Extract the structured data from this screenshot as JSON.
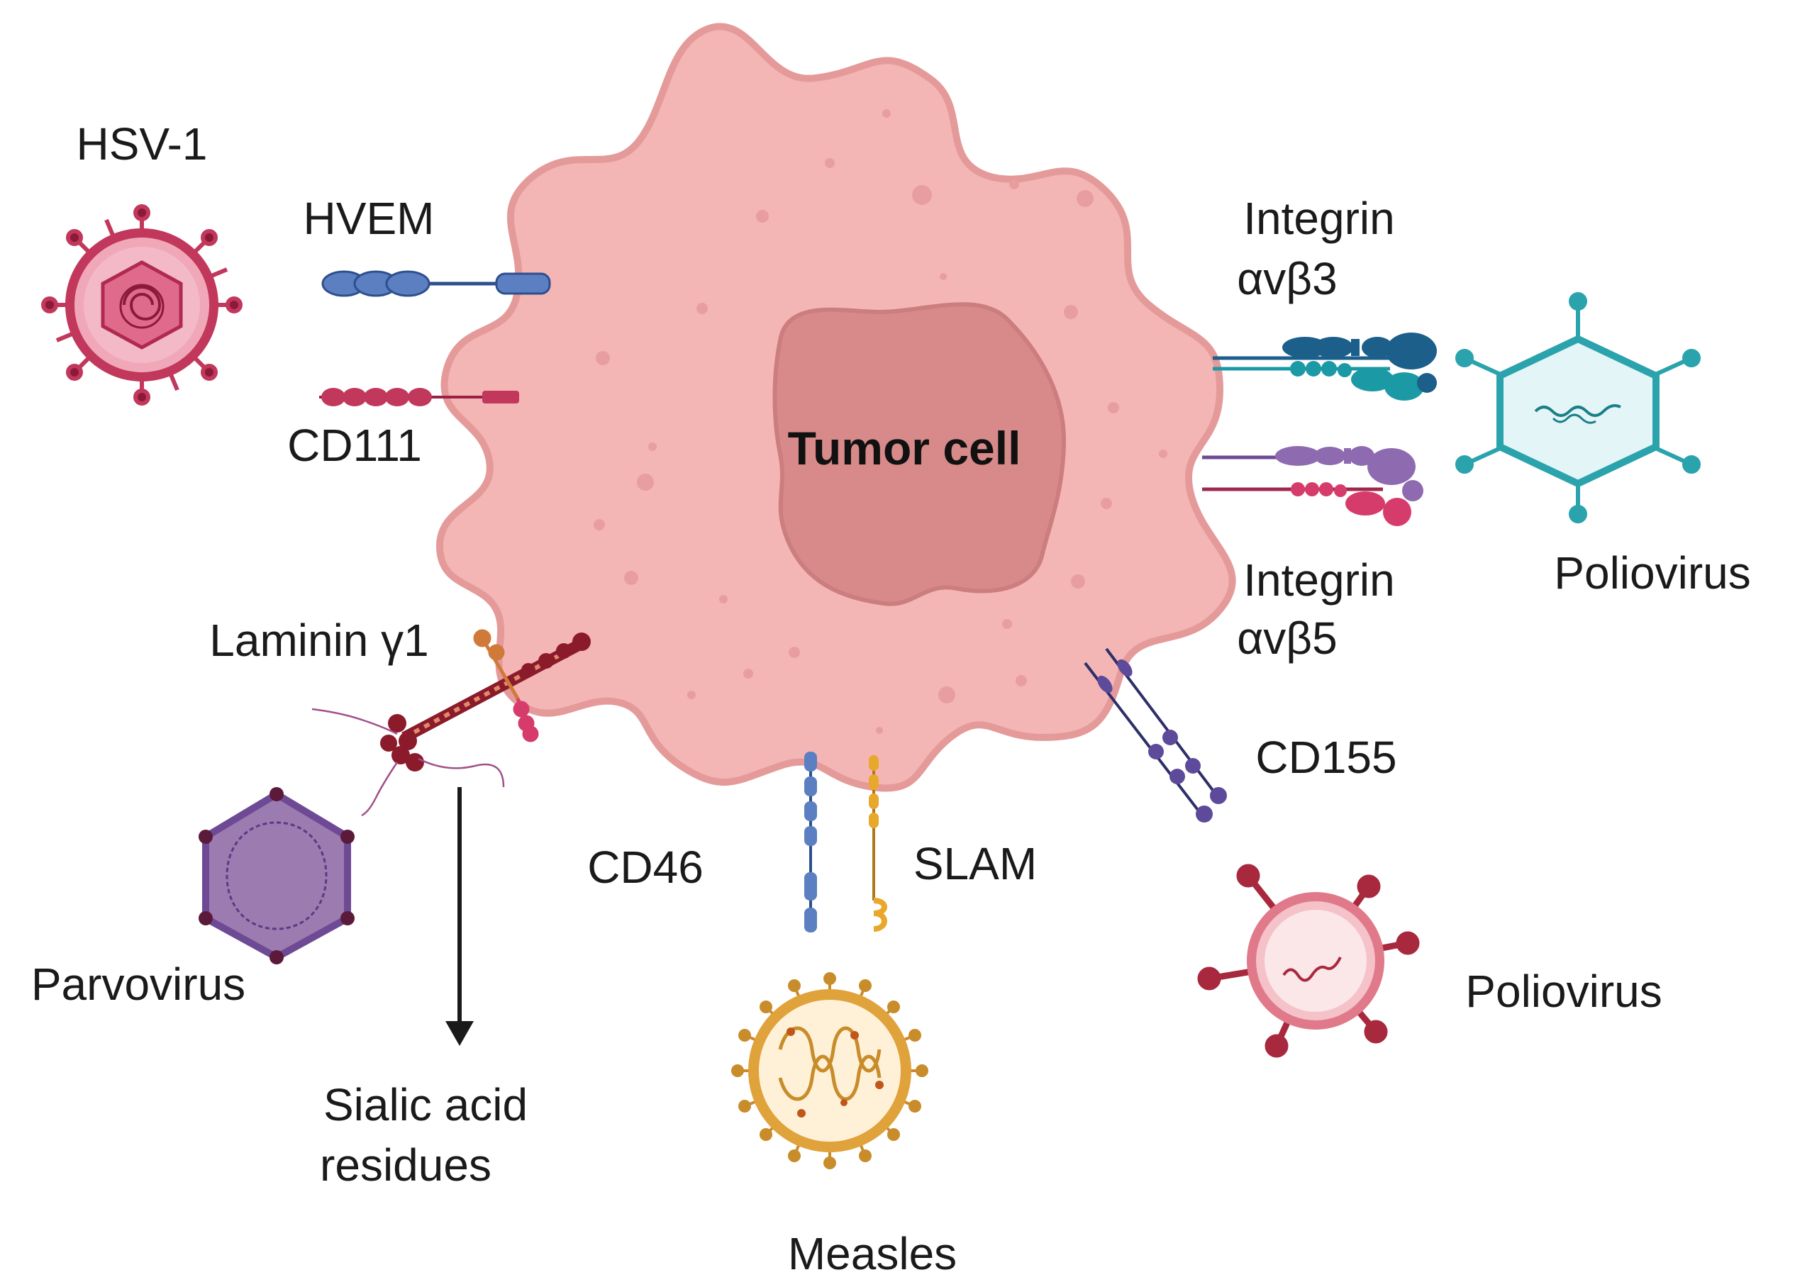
{
  "labels": {
    "hsv1": "HSV-1",
    "hvem": "HVEM",
    "cd111": "CD111",
    "tumor_cell": "Tumor cell",
    "integrin_b3_line1": "Integrin",
    "integrin_b3_line2": "αvβ3",
    "integrin_b5_line1": "Integrin",
    "integrin_b5_line2": "αvβ5",
    "poliovirus_top": "Poliovirus",
    "laminin": "Laminin γ1",
    "parvovirus": "Parvovirus",
    "sialic_line1": "Sialic acid",
    "sialic_line2": "residues",
    "cd46": "CD46",
    "slam": "SLAM",
    "cd155": "CD155",
    "measles": "Measles",
    "poliovirus_bottom": "Poliovirus"
  },
  "colors": {
    "cell_body": "#f4b5b5",
    "cell_outline": "#e59a9a",
    "nucleus": "#d88a8a",
    "hsv_body": "#c2375c",
    "hvem": "#5b7fc1",
    "cd111": "#c2375c",
    "integrin_b3": "#1b5f8a",
    "integrin_teal": "#1b9aa6",
    "integrin_b5": "#8e6bb0",
    "integrin_pink": "#d63c6b",
    "polio_teal": "#2aa3ad",
    "laminin_dark": "#8b1a2b",
    "parvo": "#9b7bb0",
    "cd46": "#5b7fc1",
    "slam": "#e8a82c",
    "cd155": "#4a4a8a",
    "measles": "#e0a23a",
    "polio_red": "#a8283e"
  },
  "icons": [
    "hsv1-virus-icon",
    "tumor-cell-icon",
    "poliovirus-capsid-icon",
    "parvovirus-capsid-icon",
    "measles-virus-icon",
    "poliovirus-enveloped-icon"
  ]
}
